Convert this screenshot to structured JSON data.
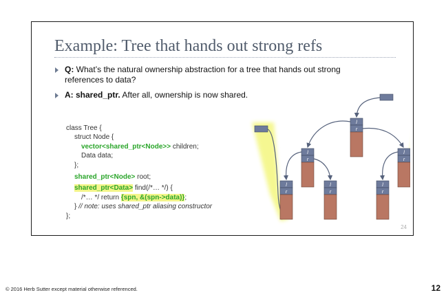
{
  "slide": {
    "title": "Example: Tree that hands out strong refs",
    "page_number": "24",
    "bullets": [
      {
        "label": "Q:",
        "line1": " What’s the natural ownership abstraction for a tree that hands out strong",
        "line2": "references to data?"
      },
      {
        "label": "A: shared_ptr.",
        "text": " After all, ownership is now shared."
      }
    ],
    "code": {
      "l1": "class Tree {",
      "l2": "struct Node {",
      "l3_g": "vector<shared_ptr<Node>>",
      "l3_r": " children;",
      "l4": "Data data;",
      "l5": "};",
      "l6_g": "shared_ptr<Node>",
      "l6_r": " root;",
      "l7_g": "shared_ptr<Data>",
      "l7_r": " find(/*… */) {",
      "l8_a": "/*… */ return ",
      "l8_g": "{spn, &(spn->data)}",
      "l8_b": ";",
      "l9_a": "}",
      "l9_b": "  // note: uses shared_ptr aliasing constructor",
      "l10": "};"
    },
    "node_left_label": "l",
    "node_right_label": "r"
  },
  "footer": {
    "copyright": "© 2016 Herb Sutter except material otherwise referenced.",
    "page": "12"
  },
  "colors": {
    "node_header": "#6e7b9c",
    "node_body": "#b97763",
    "arrow": "#56627c",
    "glow": "#f2f56d",
    "code_green": "#2aa52a"
  }
}
